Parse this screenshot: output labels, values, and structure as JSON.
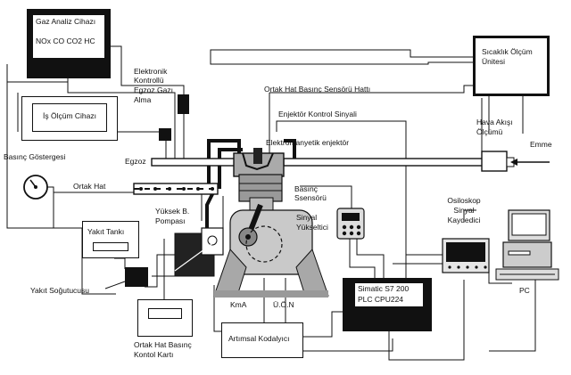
{
  "labels": {
    "gas_analyzer_title": "Gaz Analiz Cihazı",
    "gas_analyzer_values": "NOx CO CO2 HC",
    "work_measurement": "İş Ölçüm Cihazı",
    "temp_measurement_line1": "Sıcaklık Ölçüm",
    "temp_measurement_line2": "Ünitesi",
    "ecu_gas_line1": "Elektronik",
    "ecu_gas_line2": "Kontrollü",
    "ecu_gas_line3": "Egzoz Gazı",
    "ecu_gas_line4": "Alma",
    "common_rail_pressure_sensor_line": "Ortak Hat Basınç Sensörü Hattı",
    "injector_control_signal": "Enjektör Kontrol Sinyali",
    "air_flow_line1": "Hava Akışı",
    "air_flow_line2": "Ölçümü",
    "intake": "Emme",
    "electromagnetic_injector": "Elektromanyetik enjektör",
    "pressure_gauge": "Basınç Göstergesi",
    "exhaust": "Egzoz",
    "common_rail": "Ortak Hat",
    "pressure_sensor_line1": "Basınç",
    "pressure_sensor_line2": "Ssensörü",
    "signal_amplifier_line1": "Sinyal",
    "signal_amplifier_line2": "Yükseltici",
    "oscilloscope_line1": "Osiloskop",
    "oscilloscope_line2": "Sinyal",
    "oscilloscope_line3": "Kaydedici",
    "high_pressure_pump_line1": "Yüksek B.",
    "high_pressure_pump_line2": "Pompası",
    "fuel_tank": "Yakıt Tankı",
    "fuel_cooler": "Yakıt Soğutucusu",
    "plc_line1": "Simatic S7 200",
    "plc_line2": "PLC CPU224",
    "pc": "PC",
    "crank_angle": "KmA",
    "tdc": "Ü.Ö.N",
    "rail_pressure_card_line1": "Ortak Hat Basınç",
    "rail_pressure_card_line2": "Kontol Kartı",
    "incremental_encoder": "Artımsal Kodalyıcı"
  }
}
